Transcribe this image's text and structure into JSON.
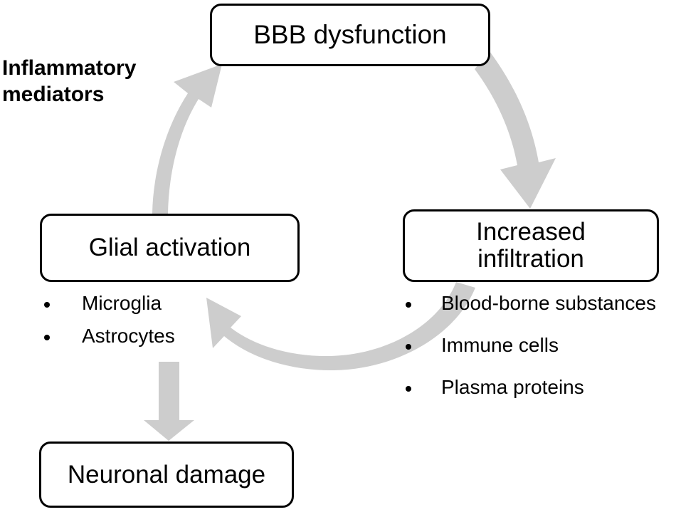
{
  "diagram": {
    "title_label": "Inflammatory mediators",
    "accent_arrow_color": "#CDCDCD",
    "node_border_color": "#000000",
    "background_color": "#FFFFFF",
    "nodes": [
      {
        "id": "bbb",
        "label": "BBB dysfunction"
      },
      {
        "id": "glial",
        "label": "Glial activation"
      },
      {
        "id": "infiltration",
        "label": "Increased\ninfiltration"
      },
      {
        "id": "neuronal",
        "label": "Neuronal damage"
      }
    ],
    "node_labels": {
      "bbb": "BBB dysfunction",
      "glial": "Glial activation",
      "infiltration_line1": "Increased",
      "infiltration_line2": "infiltration",
      "neuronal": "Neuronal damage"
    },
    "glial_bullets": [
      "Microglia",
      "Astrocytes"
    ],
    "infiltration_bullets": [
      "Blood-borne substances",
      "Immune cells",
      "Plasma proteins"
    ],
    "arrows": [
      {
        "id": "bbb-to-infiltration",
        "from": "bbb",
        "to": "infiltration",
        "shape": "curved"
      },
      {
        "id": "infiltration-to-glial",
        "from": "infiltration",
        "to": "glial",
        "shape": "curved"
      },
      {
        "id": "glial-to-bbb",
        "from": "glial",
        "to": "bbb",
        "shape": "curved"
      },
      {
        "id": "glial-to-neuronal",
        "from": "glial",
        "to": "neuronal",
        "shape": "straight"
      }
    ]
  }
}
